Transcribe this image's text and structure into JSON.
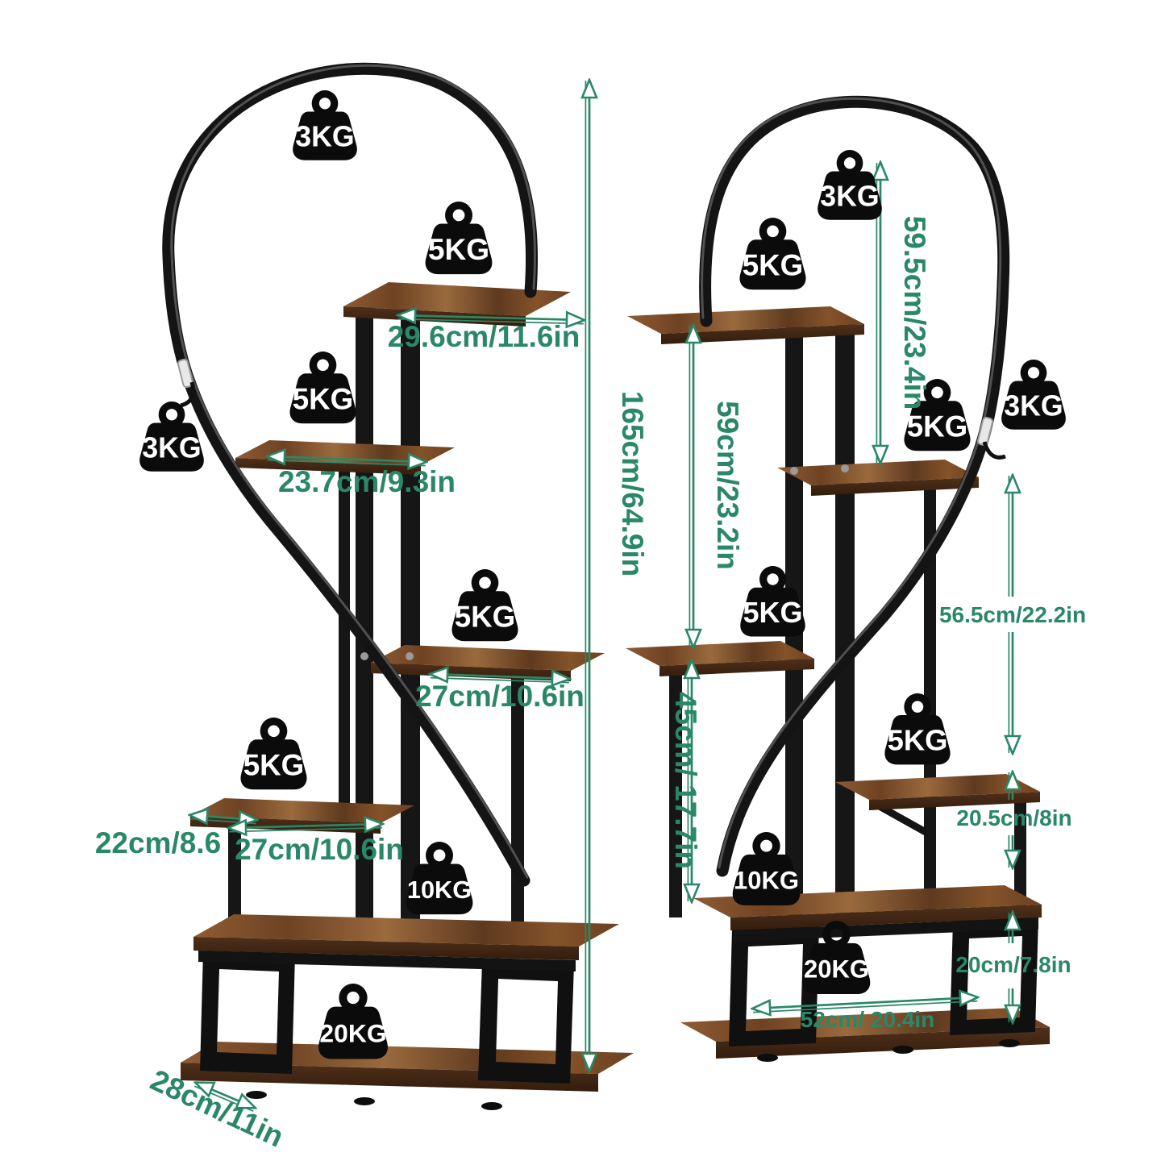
{
  "colors": {
    "annotation": "#2a8767",
    "metal": "#141414",
    "wood": "#7a4a28"
  },
  "left_stand": {
    "weights": {
      "arch_top": "3KG",
      "tier1": "5KG",
      "side_hook": "3KG",
      "tier2": "5KG",
      "tier3": "5KG",
      "tier4": "5KG",
      "tier5": "10KG",
      "base": "20KG"
    },
    "dimensions": {
      "tier1_width": "29.6cm/11.6in",
      "tier2_width": "23.7cm/9.3in",
      "tier3_width": "27cm/10.6in",
      "tier4_depth": "22cm/8.6",
      "tier4_width": "27cm/10.6in",
      "total_height": "165cm/64.9in",
      "base_depth": "28cm/11in"
    }
  },
  "right_stand": {
    "weights": {
      "arch_top": "3KG",
      "tier1": "5KG",
      "side_hook": "3KG",
      "tier2": "5KG",
      "tier3": "5KG",
      "tier4": "5KG",
      "tier5": "10KG",
      "base": "20KG"
    },
    "dimensions": {
      "arch_to_tier2": "59.5cm/23.4in",
      "tier1_to_tier3": "59cm/23.2in",
      "tier3_to_base": "45cm/ 17.7in",
      "tier2_to_tier4": "56.5cm/22.2in",
      "tier4_to_base": "20.5cm/8in",
      "base_height": "20cm/7.8in",
      "base_width": "52cm/ 20.4in"
    }
  }
}
